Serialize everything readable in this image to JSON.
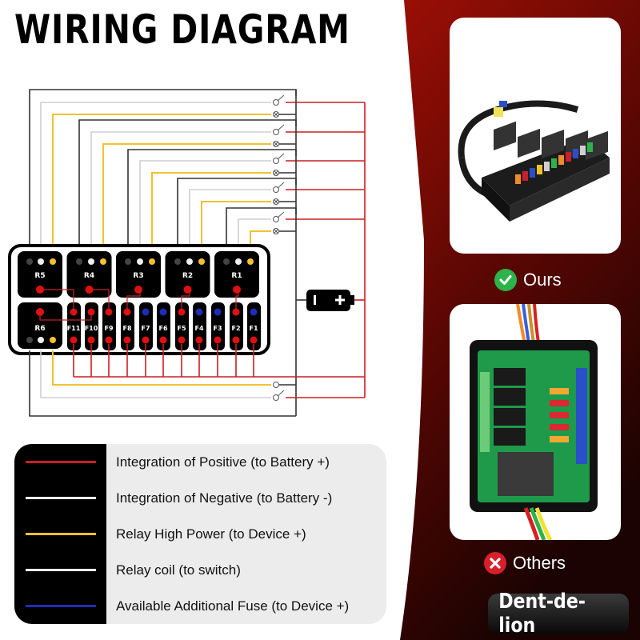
{
  "title": "WIRING DIAGRAM",
  "colors": {
    "positive": "#cc1f24",
    "negative": "#e0e0e0",
    "relay_high_power": "#f2c12e",
    "relay_coil": "#ffffff",
    "additional_fuse": "#1f2db5",
    "brand_red": "#8a0d06",
    "ok_green": "#2db34a",
    "bad_red": "#d8202a"
  },
  "diagram": {
    "relays_top": [
      "R5",
      "R4",
      "R3",
      "R2",
      "R1"
    ],
    "relay_bottom": "R6",
    "fuses": [
      "F11",
      "F10",
      "F9",
      "F8",
      "F7",
      "F6",
      "F5",
      "F4",
      "F3",
      "F2",
      "F1"
    ],
    "fuse_top_dot_colors": [
      "red",
      "red",
      "red",
      "red",
      "blue",
      "blue",
      "red",
      "blue",
      "blue",
      "red",
      "blue"
    ],
    "battery": {
      "icon": "battery-icon",
      "minus": "-",
      "plus": "+"
    },
    "switch_icon": "switch-icon",
    "lamp_icon": "lamp-icon"
  },
  "legend": {
    "items": [
      {
        "label": "Integration of Positive (to Battery +)",
        "color": "#cc1f24"
      },
      {
        "label": "Integration of Negative (to Battery -)",
        "color": "#ffffff"
      },
      {
        "label": "Relay High Power (to Device +)",
        "color": "#f2c12e"
      },
      {
        "label": "Relay coil (to switch)",
        "color": "#ffffff"
      },
      {
        "label": "Available Additional Fuse (to Device +)",
        "color": "#1f2db5"
      }
    ]
  },
  "comparison": {
    "ours": {
      "label": "Ours",
      "icon": "check-circle-icon",
      "image": "fuse-relay-box-product-photo"
    },
    "others": {
      "label": "Others",
      "icon": "x-circle-icon",
      "image": "competitor-relay-board-photo"
    }
  },
  "brand": "Dent-de-lion"
}
